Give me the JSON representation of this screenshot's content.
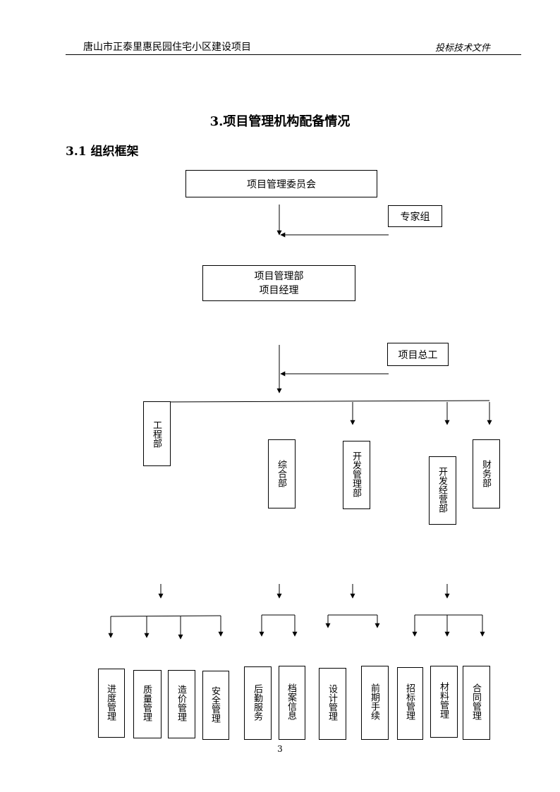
{
  "header": {
    "project_name": "唐山市正泰里惠民园住宅小区建设项目",
    "doc_type": "投标技术文件"
  },
  "title": "3.项目管理机构配备情况",
  "subtitle": "3.1 组织框架",
  "org": {
    "committee": "项目管理委员会",
    "expert_group": "专家组",
    "dept_line1": "项目管理部",
    "dept_line2": "项目经理",
    "chief_engineer": "项目总工",
    "departments": [
      "工程部",
      "综合部",
      "开发管理部",
      "开发经营部",
      "财务部"
    ],
    "functions": [
      "进度管理",
      "质量管理",
      "造价管理",
      "安全管理",
      "后勤服务",
      "档案信息",
      "设计管理",
      "前期手续",
      "招标管理",
      "材料管理",
      "合同管理"
    ]
  },
  "page_number": "3"
}
